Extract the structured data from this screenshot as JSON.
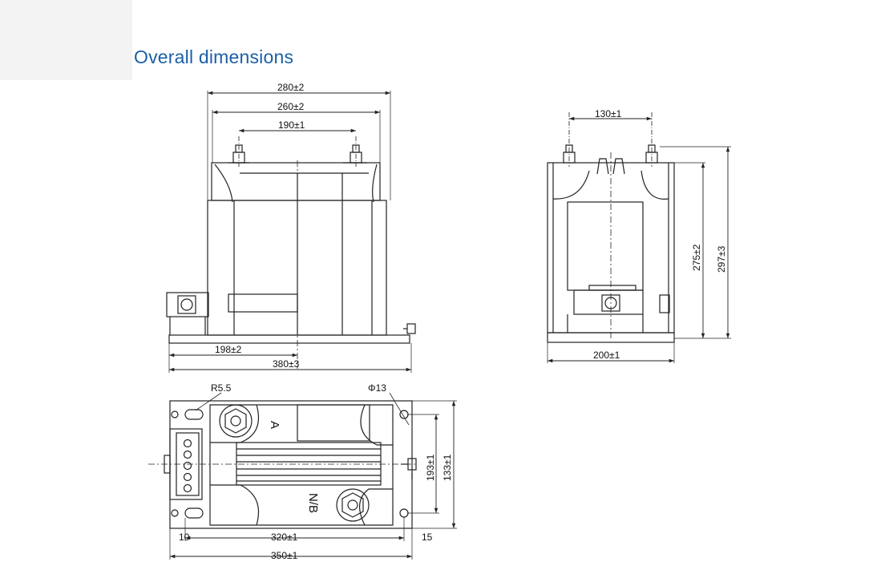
{
  "title": "Overall dimensions",
  "colors": {
    "title": "#1a5fa8",
    "line": "#222222"
  },
  "front_view": {
    "dim_280": "280±2",
    "dim_260": "260±2",
    "dim_190": "190±1",
    "dim_198": "198±2",
    "dim_380": "380±3"
  },
  "side_view": {
    "dim_130": "130±1",
    "dim_200": "200±1",
    "dim_275": "275±2",
    "dim_297": "297±3"
  },
  "top_view": {
    "radius": "R5.5",
    "hole": "Φ13",
    "mark_a": "A",
    "mark_nb": "N/B",
    "dim_10": "10",
    "dim_320": "320±1",
    "dim_15": "15",
    "dim_350": "350±1",
    "dim_193": "193±1",
    "dim_133": "133±1"
  }
}
